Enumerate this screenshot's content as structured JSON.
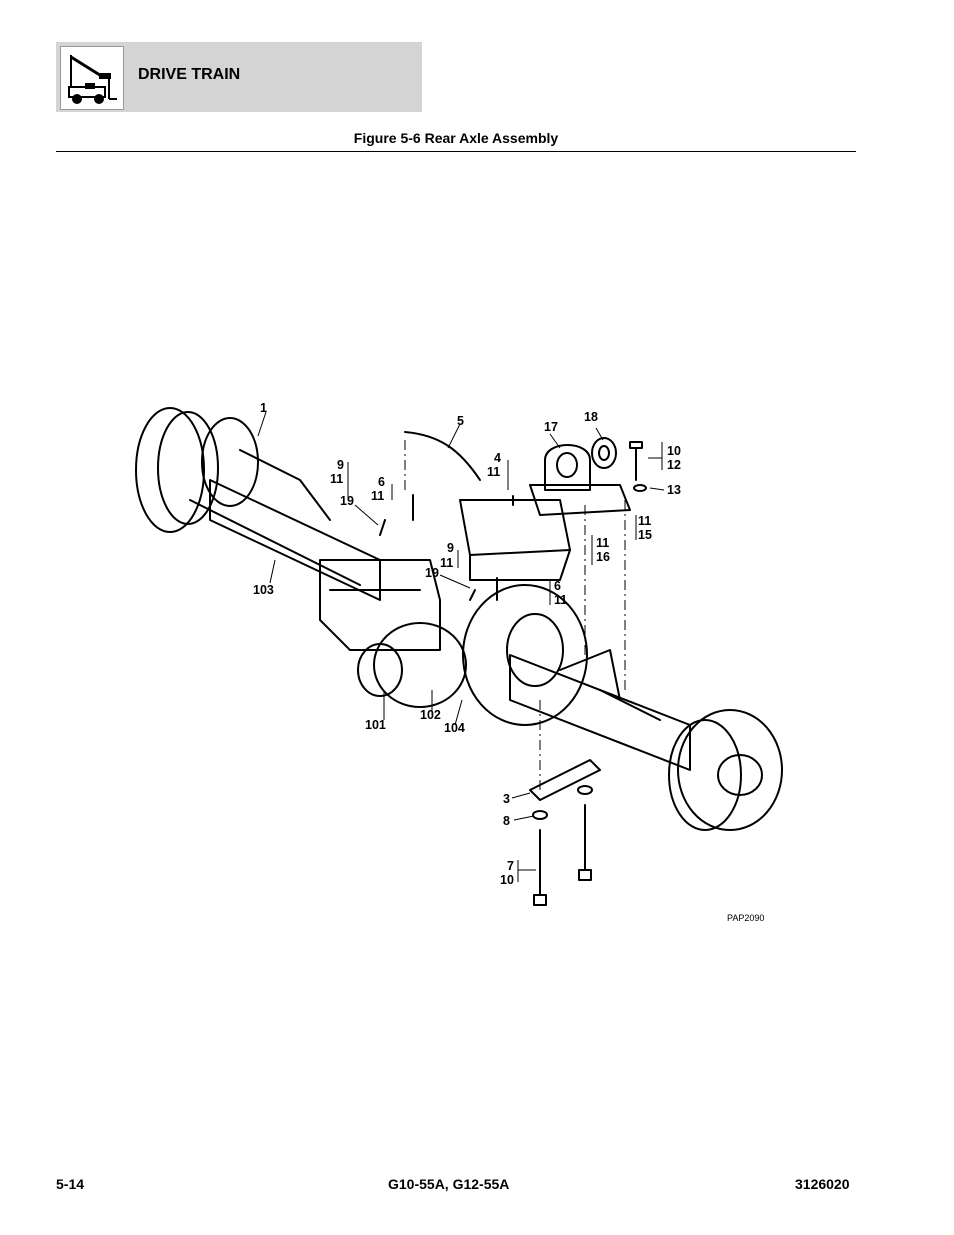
{
  "header": {
    "section_title": "DRIVE TRAIN",
    "icon": "forklift-icon"
  },
  "figure": {
    "title": "Figure 5-6 Rear Axle Assembly",
    "reference_code": "PAP2090",
    "callouts": [
      "1",
      "5",
      "17",
      "18",
      "10",
      "12",
      "13",
      "4",
      "11",
      "9",
      "11",
      "6",
      "11",
      "19",
      "11",
      "15",
      "11",
      "16",
      "9",
      "11",
      "19",
      "6",
      "11",
      "103",
      "101",
      "102",
      "104",
      "3",
      "8",
      "7",
      "10"
    ]
  },
  "footer": {
    "page_number": "5-14",
    "models": "G10-55A, G12-55A",
    "document_number": "3126020"
  }
}
